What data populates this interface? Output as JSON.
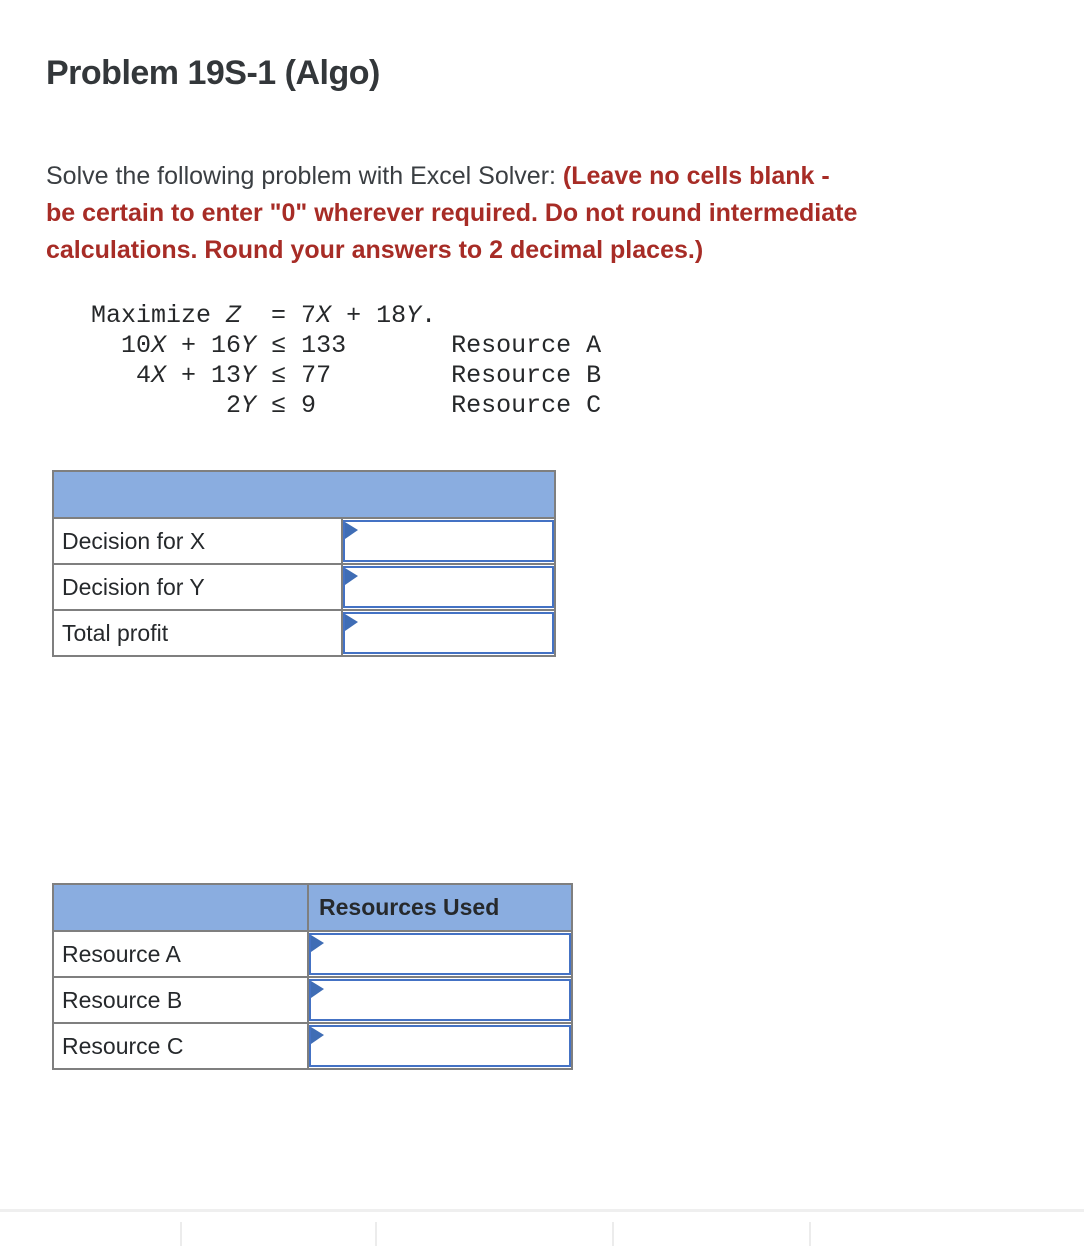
{
  "page": {
    "title": "Problem 19S-1 (Algo)"
  },
  "instructions": {
    "intro": "Solve the following problem with Excel Solver: ",
    "warning_line1": "(Leave no cells blank -",
    "warning_line2": "be certain to enter \"0\" wherever required. Do not round intermediate",
    "warning_line3": "calculations. Round your answers to 2 decimal places.)"
  },
  "formula": {
    "line1": {
      "s1": "Maximize ",
      "v1": "Z",
      "s2": "  = 7",
      "v2": "X",
      "s3": " + 18",
      "v3": "Y",
      "s4": "."
    },
    "line2": {
      "s1": "  10",
      "v1": "X",
      "s2": " + 16",
      "v2": "Y",
      "s3": " ≤ 133       ",
      "label": "Resource A"
    },
    "line3": {
      "s1": "   4",
      "v1": "X",
      "s2": " + 13",
      "v2": "Y",
      "s3": " ≤ 77        ",
      "label": "Resource B"
    },
    "line4": {
      "s1": "         2",
      "v1": "Y",
      "s2": " ≤ 9         ",
      "label": "Resource C"
    }
  },
  "decision_table": {
    "header": "",
    "rows": [
      {
        "label": "Decision for X",
        "value": ""
      },
      {
        "label": "Decision for Y",
        "value": ""
      },
      {
        "label": "Total profit",
        "value": ""
      }
    ]
  },
  "resources_table": {
    "header_left": "",
    "header": "Resources Used",
    "rows": [
      {
        "label": "Resource A",
        "value": ""
      },
      {
        "label": "Resource B",
        "value": ""
      },
      {
        "label": "Resource C",
        "value": ""
      }
    ]
  },
  "colors": {
    "table_header_blue": "#8aade0",
    "input_border_blue": "#4472c4",
    "flag_blue": "#3f6db5",
    "grid_border_gray": "#7f7f7f",
    "warning_red": "#a72c26",
    "text_dark": "#33373a"
  }
}
